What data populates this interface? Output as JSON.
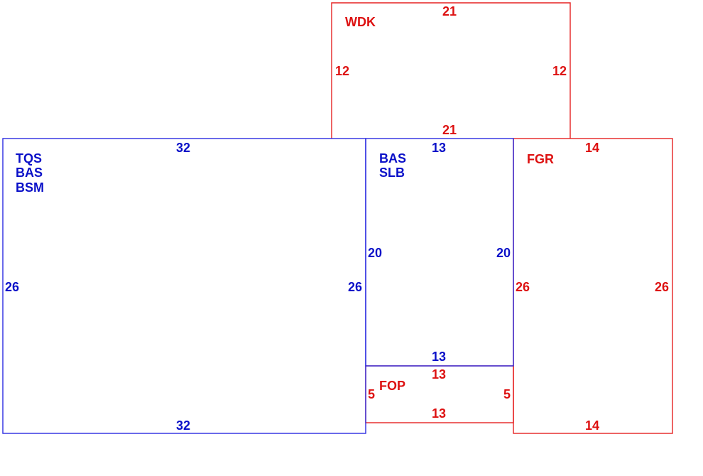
{
  "colors": {
    "living_area": "#0a10c8",
    "other_area": "#dd1111"
  },
  "areas": {
    "main": {
      "codes": [
        "TQS",
        "BAS",
        "BSM"
      ],
      "dims": {
        "top": "32",
        "bottom": "32",
        "left": "26",
        "right": "26"
      }
    },
    "bas_slb": {
      "codes": [
        "BAS",
        "SLB"
      ],
      "dims": {
        "top": "13",
        "bottom": "13",
        "left": "20",
        "right": "20"
      }
    },
    "wdk": {
      "code": "WDK",
      "dims": {
        "top": "21",
        "bottom": "21",
        "left": "12",
        "right": "12"
      }
    },
    "fgr": {
      "code": "FGR",
      "dims": {
        "top": "14",
        "bottom": "14",
        "left": "26",
        "right": "26"
      }
    },
    "fop": {
      "code": "FOP",
      "dims": {
        "top": "13",
        "bottom": "13",
        "left": "5",
        "right": "5"
      }
    }
  }
}
